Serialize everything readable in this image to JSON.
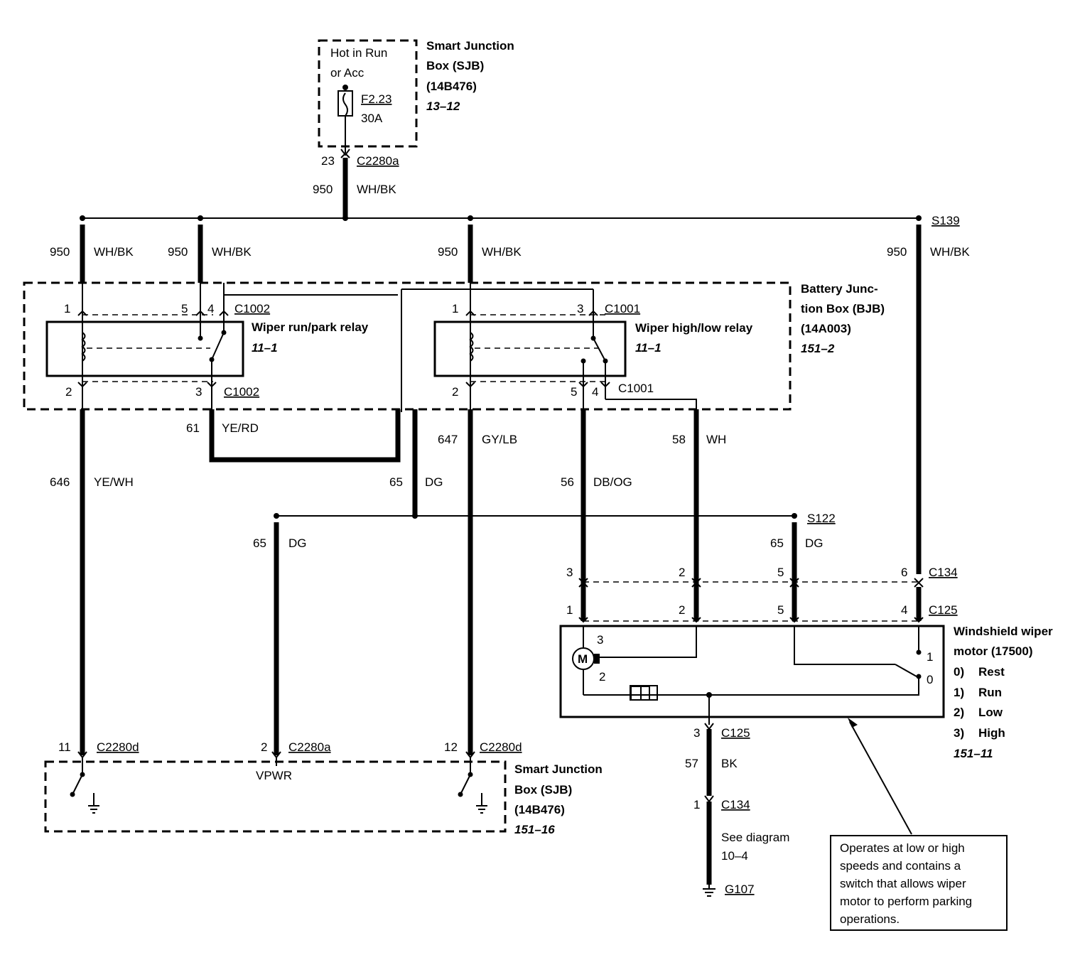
{
  "sjb_top": {
    "power_label_1": "Hot in Run",
    "power_label_2": "or Acc",
    "fuse_id": "F2.23",
    "fuse_rating": "30A",
    "name_1": "Smart Junction",
    "name_2": "Box (SJB)",
    "part": "(14B476)",
    "ref": "13–12"
  },
  "top_feed": {
    "pin": "23",
    "connector": "C2280a",
    "circuit": "950",
    "color": "WH/BK"
  },
  "branches": [
    {
      "circuit": "950",
      "color": "WH/BK"
    },
    {
      "circuit": "950",
      "color": "WH/BK"
    },
    {
      "circuit": "950",
      "color": "WH/BK"
    },
    {
      "circuit": "950",
      "color": "WH/BK"
    }
  ],
  "splice_top": "S139",
  "bjb": {
    "name_1": "Battery Junc-",
    "name_2": "tion Box (BJB)",
    "part": "(14A003)",
    "ref": "151–2"
  },
  "relay_run_park": {
    "name": "Wiper run/park relay",
    "ref": "11–1",
    "pin_1": "1",
    "pin_5": "5",
    "pin_4": "4",
    "pin_2": "2",
    "pin_3": "3",
    "connector_top": "C1002",
    "connector_bottom": "C1002"
  },
  "relay_high_low": {
    "name": "Wiper high/low relay",
    "ref": "11–1",
    "pin_1": "1",
    "pin_3": "3",
    "pin_2": "2",
    "pin_5": "5",
    "pin_4": "4",
    "connector_top": "C1001",
    "connector_bottom": "C1001"
  },
  "wires": {
    "w61": {
      "circuit": "61",
      "color": "YE/RD"
    },
    "w646": {
      "circuit": "646",
      "color": "YE/WH"
    },
    "w65a": {
      "circuit": "65",
      "color": "DG"
    },
    "w647": {
      "circuit": "647",
      "color": "GY/LB"
    },
    "w58": {
      "circuit": "58",
      "color": "WH"
    },
    "w56": {
      "circuit": "56",
      "color": "DB/OG"
    },
    "w65b": {
      "circuit": "65",
      "color": "DG"
    },
    "w65c": {
      "circuit": "65",
      "color": "DG"
    },
    "w57": {
      "circuit": "57",
      "color": "BK"
    }
  },
  "splice_mid": "S122",
  "c134_pins": [
    "3",
    "2",
    "5",
    "6"
  ],
  "c134_label": "C134",
  "c125_pins": [
    "1",
    "2",
    "5",
    "4"
  ],
  "c125_label": "C125",
  "motor": {
    "name_1": "Windshield wiper",
    "name_2": "motor (17500)",
    "modes": [
      {
        "num": "0)",
        "label": "Rest"
      },
      {
        "num": "1)",
        "label": "Run"
      },
      {
        "num": "2)",
        "label": "Low"
      },
      {
        "num": "3)",
        "label": "High"
      }
    ],
    "ref": "151–11",
    "symbol": "M",
    "term_3": "3",
    "term_2": "2",
    "switch_1": "1",
    "switch_0": "0"
  },
  "ground_path": {
    "pin_c125": "3",
    "c125": "C125",
    "pin_c134": "1",
    "c134": "C134",
    "see_1": "See diagram",
    "see_2": "10–4",
    "ground": "G107"
  },
  "sjb_bottom": {
    "pin_11": "11",
    "conn_11": "C2280d",
    "pin_2": "2",
    "conn_2": "C2280a",
    "pin_12": "12",
    "conn_12": "C2280d",
    "vpwr": "VPWR",
    "name_1": "Smart Junction",
    "name_2": "Box (SJB)",
    "part": "(14B476)",
    "ref": "151–16"
  },
  "callout": "Operates at low or high speeds and contains a switch that allows wiper motor to perform parking operations."
}
